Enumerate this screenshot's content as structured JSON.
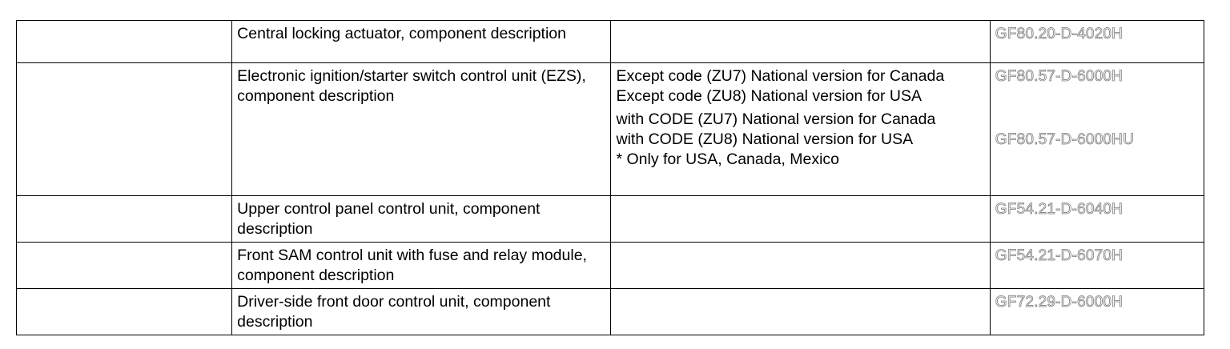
{
  "rows": [
    {
      "description": "Central locking actuator, component description",
      "condition_lines": [],
      "references": [
        "GF80.20-D-4020H"
      ]
    },
    {
      "description": "Electronic ignition/starter switch control unit (EZS), component description",
      "condition_lines": [
        "Except code (ZU7) National version for Canada",
        "Except code (ZU8) National version for USA",
        "with CODE (ZU7) National version for Canada",
        "with CODE (ZU8) National version for USA",
        "* Only for USA, Canada, Mexico"
      ],
      "references": [
        "GF80.57-D-6000H",
        "GF80.57-D-6000HU"
      ]
    },
    {
      "description": "Upper control panel control unit, component description",
      "condition_lines": [],
      "references": [
        "GF54.21-D-6040H"
      ]
    },
    {
      "description": "Front SAM control unit with fuse and relay module, component description",
      "condition_lines": [],
      "references": [
        "GF54.21-D-6070H"
      ]
    },
    {
      "description": "Driver-side front door control unit, component description",
      "condition_lines": [],
      "references": [
        "GF72.29-D-6000H"
      ]
    }
  ]
}
